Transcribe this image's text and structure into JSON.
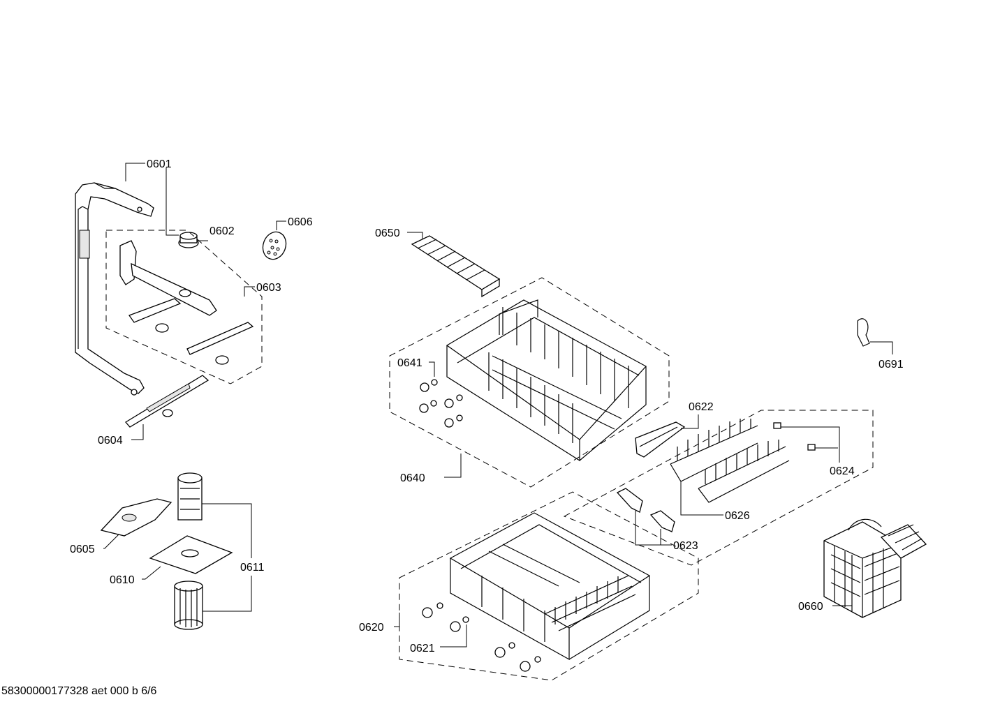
{
  "labels": {
    "p0601": "0601",
    "p0602": "0602",
    "p0603": "0603",
    "p0604": "0604",
    "p0605": "0605",
    "p0606": "0606",
    "p0610": "0610",
    "p0611": "0611",
    "p0620": "0620",
    "p0621": "0621",
    "p0622": "0622",
    "p0623": "0623",
    "p0624": "0624",
    "p0626": "0626",
    "p0640": "0640",
    "p0641": "0641",
    "p0650": "0650",
    "p0660": "0660",
    "p0691": "0691"
  },
  "footer": "58300000177328 aet 000 b 6/6"
}
